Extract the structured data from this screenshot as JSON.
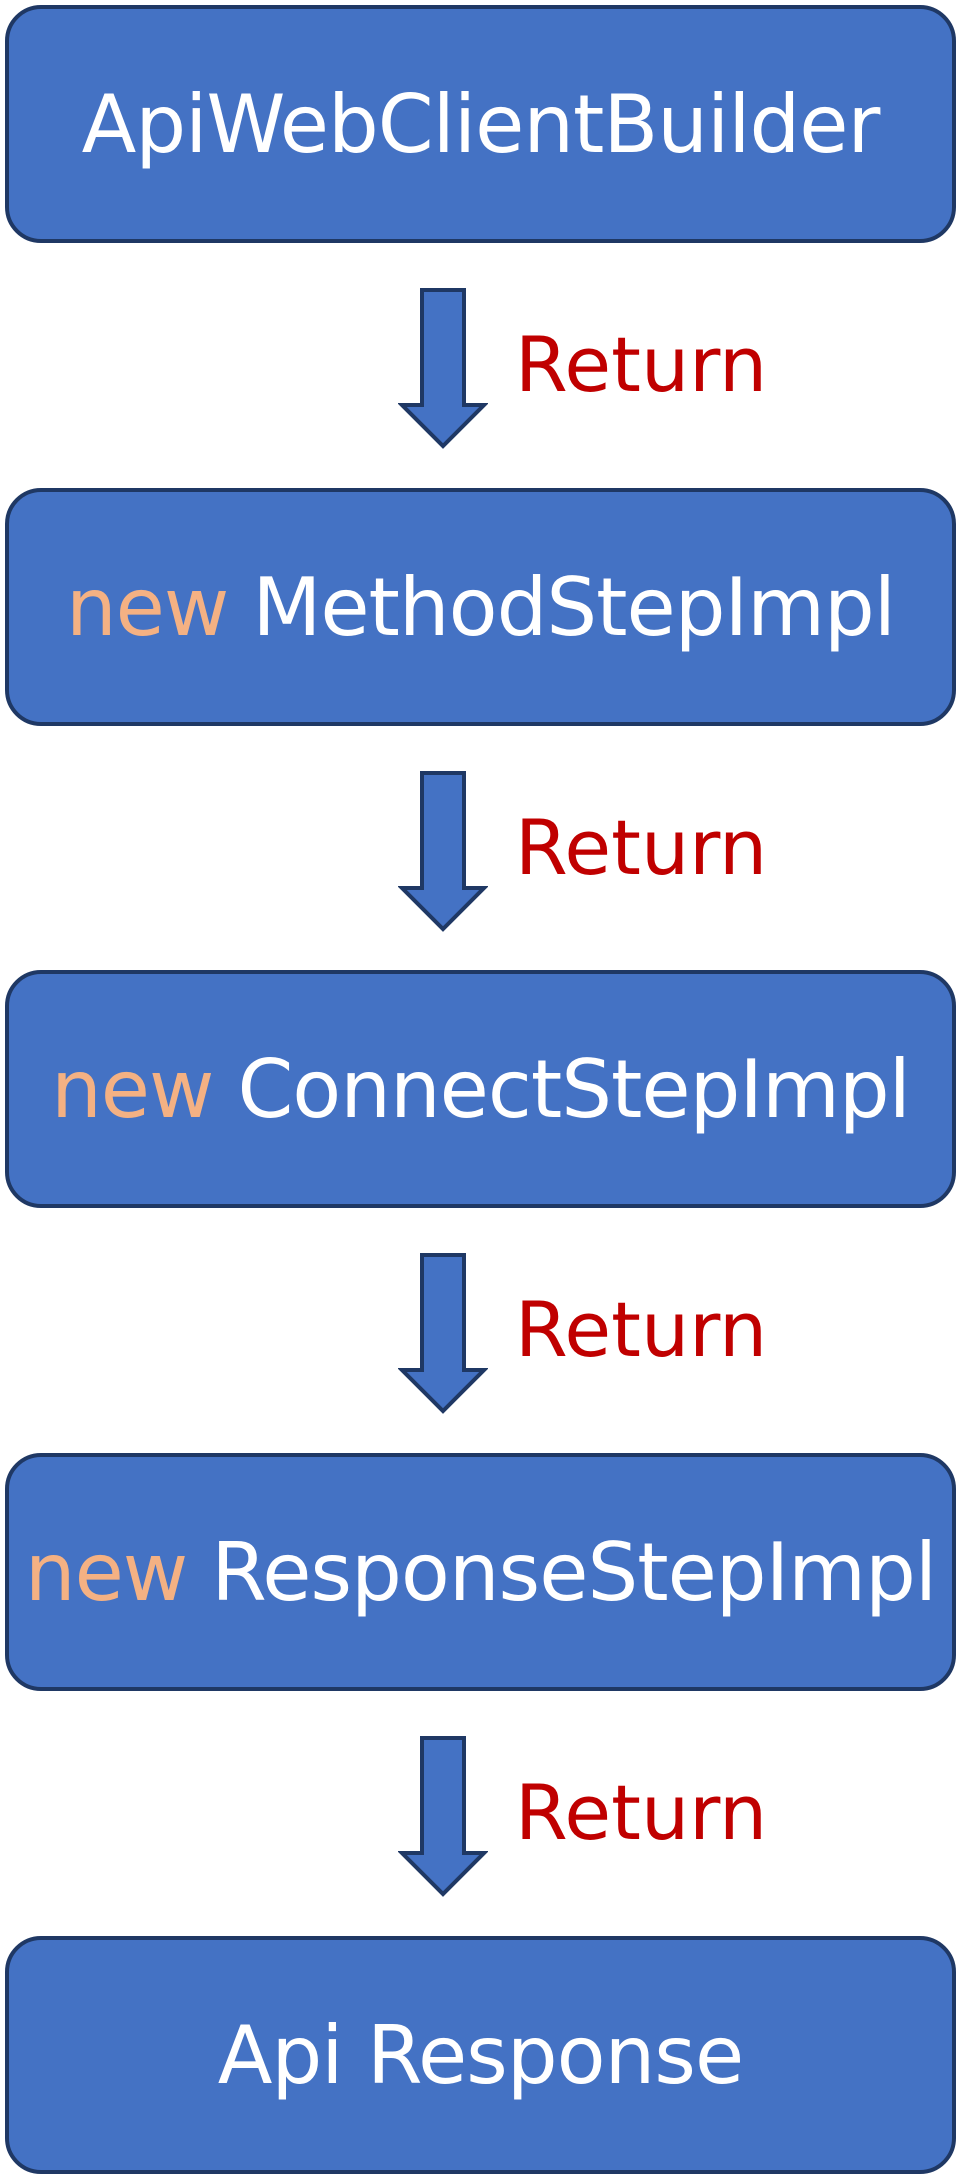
{
  "diagram": {
    "nodes": [
      {
        "keyword": "",
        "label": "ApiWebClientBuilder"
      },
      {
        "keyword": "new",
        "label": "MethodStepImpl"
      },
      {
        "keyword": "new",
        "label": "ConnectStepImpl"
      },
      {
        "keyword": "new",
        "label": "ResponseStepImpl"
      },
      {
        "keyword": "",
        "label": "Api Response"
      }
    ],
    "edges": [
      {
        "from": "ApiWebClientBuilder",
        "to": "MethodStepImpl",
        "label": "Return"
      },
      {
        "from": "MethodStepImpl",
        "to": "ConnectStepImpl",
        "label": "Return"
      },
      {
        "from": "ConnectStepImpl",
        "to": "ResponseStepImpl",
        "label": "Return"
      },
      {
        "from": "ResponseStepImpl",
        "to": "Api Response",
        "label": "Return"
      }
    ]
  },
  "colors": {
    "box_fill": "#4472c4",
    "box_border": "#1f3864",
    "box_text": "#ffffff",
    "keyword_text": "#f4b183",
    "edge_label_text": "#c00000"
  },
  "icons": {
    "edge_arrow": "down-arrow-icon"
  }
}
